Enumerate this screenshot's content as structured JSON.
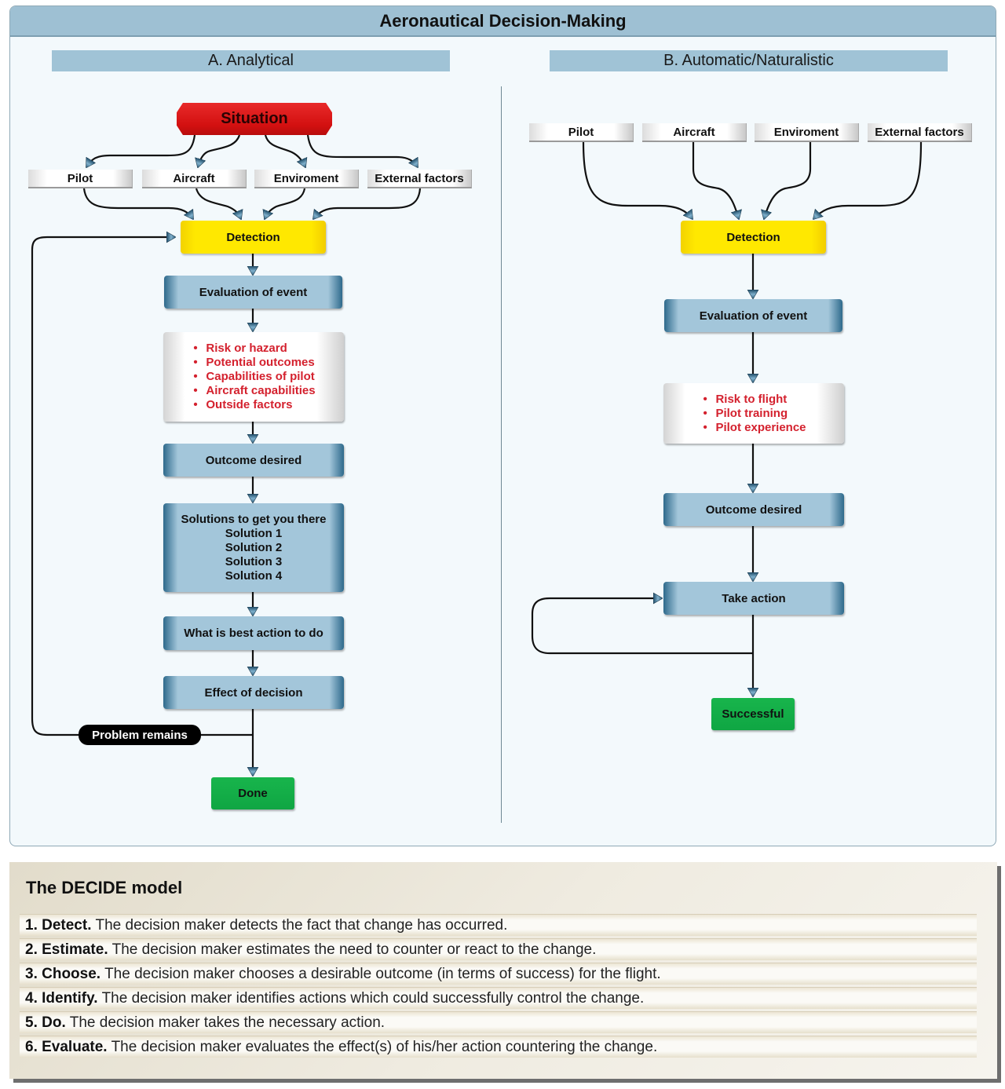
{
  "title": "Aeronautical Decision-Making",
  "analytical": {
    "header": "A. Analytical",
    "situation": "Situation",
    "factors": [
      "Pilot",
      "Aircraft",
      "Enviroment",
      "External factors"
    ],
    "detection": "Detection",
    "evaluation": "Evaluation of event",
    "considerations": [
      "Risk or hazard",
      "Potential outcomes",
      "Capabilities of pilot",
      "Aircraft capabilities",
      "Outside factors"
    ],
    "outcome": "Outcome desired",
    "solutions_title": "Solutions to get you there",
    "solutions": [
      "Solution 1",
      "Solution 2",
      "Solution 3",
      "Solution 4"
    ],
    "best_action": "What is best action to do",
    "effect": "Effect of decision",
    "problem_remains": "Problem remains",
    "done": "Done"
  },
  "naturalistic": {
    "header": "B. Automatic/Naturalistic",
    "factors": [
      "Pilot",
      "Aircraft",
      "Enviroment",
      "External factors"
    ],
    "detection": "Detection",
    "evaluation": "Evaluation of event",
    "considerations": [
      "Risk to flight",
      "Pilot training",
      "Pilot experience"
    ],
    "outcome": "Outcome desired",
    "take_action": "Take action",
    "successful": "Successful"
  },
  "decide": {
    "title": "The DECIDE model",
    "steps": [
      {
        "label": "1. Detect.",
        "text": "The decision maker detects the fact that change has occurred."
      },
      {
        "label": "2. Estimate.",
        "text": "The decision maker estimates the need to counter or react to the change."
      },
      {
        "label": "3. Choose.",
        "text": "The decision maker chooses a desirable outcome (in terms of success) for the flight."
      },
      {
        "label": "4. Identify.",
        "text": "The decision maker identifies actions which could successfully control the change."
      },
      {
        "label": "5. Do.",
        "text": "The decision maker takes the necessary action."
      },
      {
        "label": "6. Evaluate.",
        "text": "The decision maker evaluates the effect(s) of his/her action countering the change."
      }
    ]
  }
}
